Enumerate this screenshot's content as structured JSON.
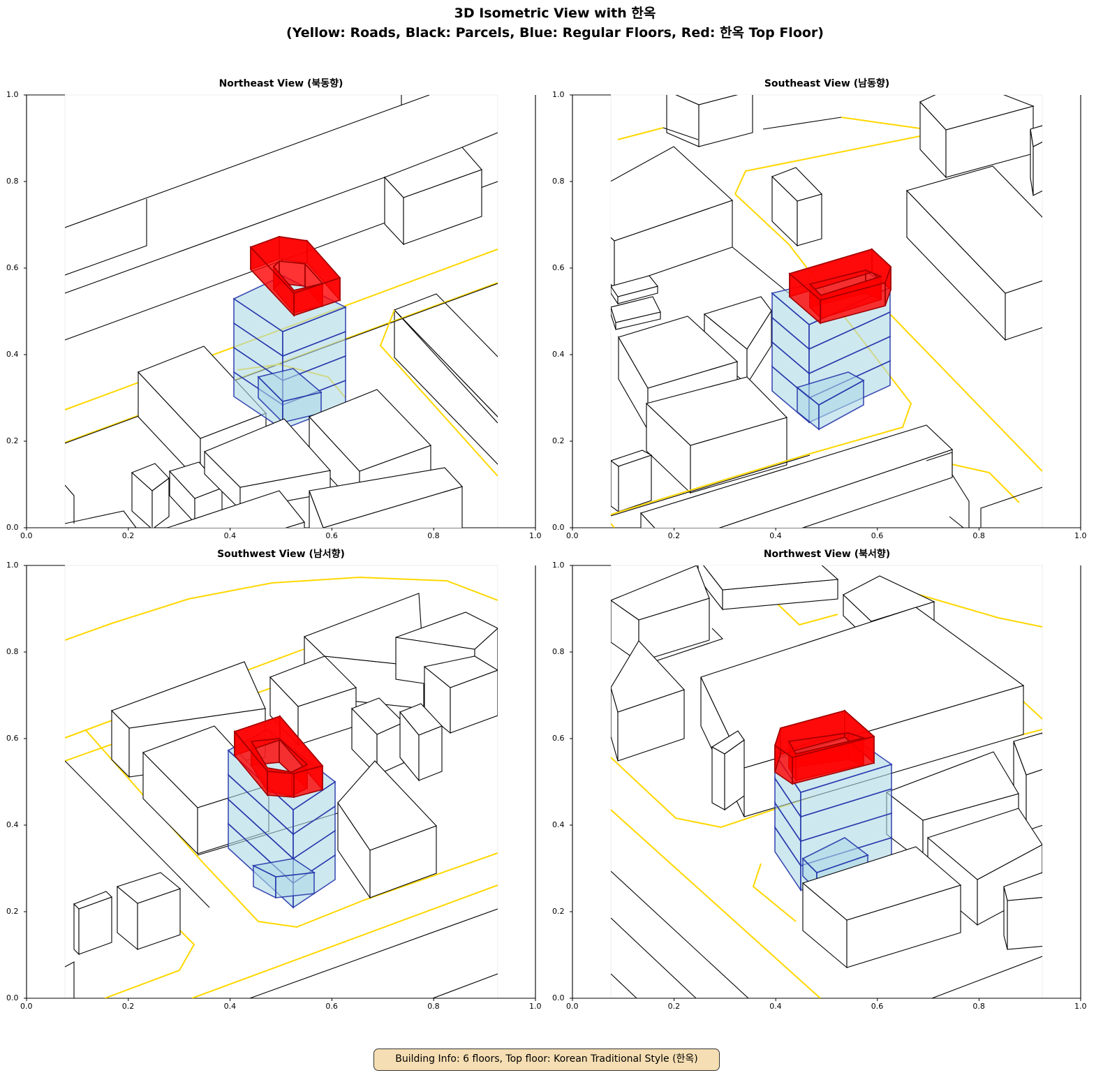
{
  "figure": {
    "title_line1": "3D Isometric View with 한옥",
    "title_line2": "(Yellow: Roads, Black: Parcels, Blue: Regular Floors, Red: 한옥 Top Floor)",
    "info_box": "Building Info: 6 floors, Top floor: Korean Traditional Style (한옥)"
  },
  "panels": [
    {
      "title": "Northeast View (북동향)"
    },
    {
      "title": "Southeast View (남동향)"
    },
    {
      "title": "Southwest View (남서향)"
    },
    {
      "title": "Northwest View (북서향)"
    }
  ],
  "axis_ticks": [
    "0.0",
    "0.2",
    "0.4",
    "0.6",
    "0.8",
    "1.0"
  ],
  "colors": {
    "roads": "#ffd700",
    "parcels": "#000000",
    "regular_floors_fill": "#add8e6",
    "regular_floors_edge": "#1f2fa8",
    "hanok_floor": "#ff0000",
    "info_box_bg": "#f5deb3"
  }
}
